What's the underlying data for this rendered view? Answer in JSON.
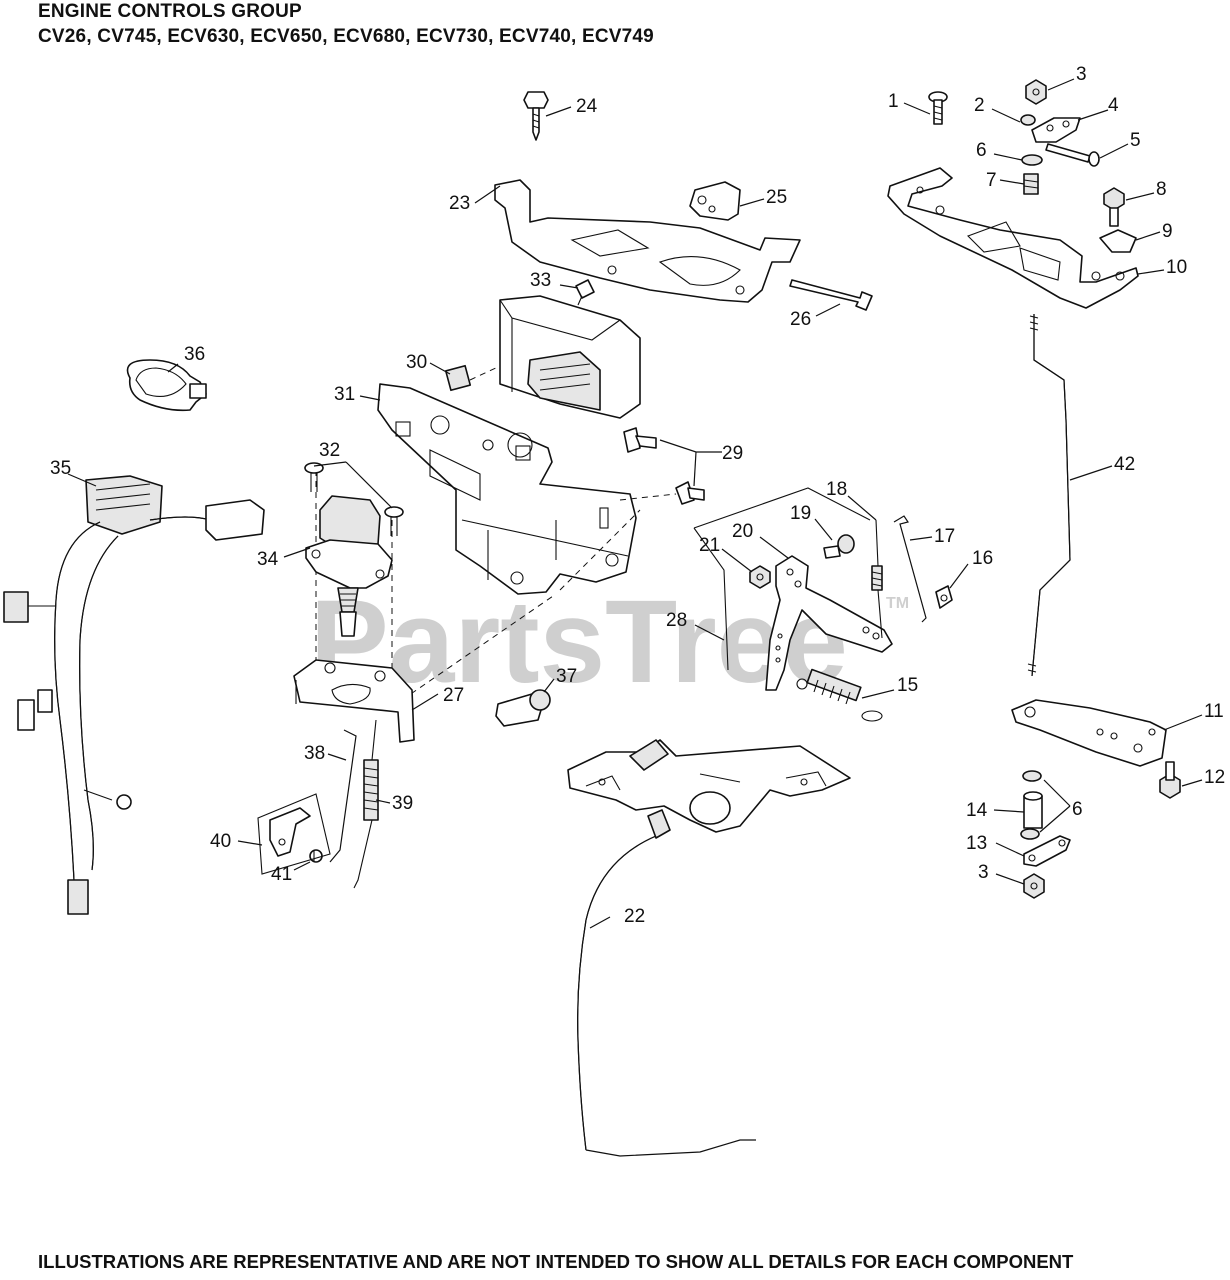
{
  "header": {
    "title": "ENGINE CONTROLS GROUP",
    "models": "CV26, CV745, ECV630, ECV650, ECV680, ECV730, ECV740, ECV749"
  },
  "watermark": {
    "text": "PartsTree",
    "tm": "TM"
  },
  "footer": {
    "note": "ILLUSTRATIONS ARE REPRESENTATIVE AND ARE NOT INTENDED TO SHOW ALL DETAILS FOR EACH COMPONENT"
  },
  "callouts": {
    "c1": "1",
    "c2": "2",
    "c3a": "3",
    "c3b": "3",
    "c4": "4",
    "c5": "5",
    "c6a": "6",
    "c6b": "6",
    "c7": "7",
    "c8": "8",
    "c9": "9",
    "c10": "10",
    "c11": "11",
    "c12": "12",
    "c13": "13",
    "c14": "14",
    "c15": "15",
    "c16": "16",
    "c17": "17",
    "c18": "18",
    "c19": "19",
    "c20": "20",
    "c21": "21",
    "c22": "22",
    "c23": "23",
    "c24": "24",
    "c25": "25",
    "c26": "26",
    "c27": "27",
    "c28": "28",
    "c29": "29",
    "c30": "30",
    "c31": "31",
    "c32": "32",
    "c33": "33",
    "c34": "34",
    "c35": "35",
    "c36": "36",
    "c37": "37",
    "c38": "38",
    "c39": "39",
    "c40": "40",
    "c41": "41",
    "c42": "42"
  }
}
